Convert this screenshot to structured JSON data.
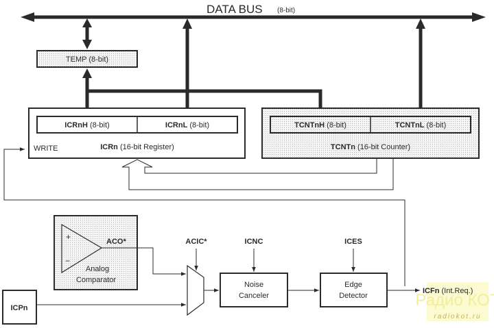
{
  "diagram": {
    "data_bus": {
      "title": "DATA BUS",
      "width": "(8-bit)"
    },
    "temp": {
      "name": "TEMP",
      "width": "(8-bit)"
    },
    "icrn": {
      "high": {
        "name": "ICRnH",
        "width": "(8-bit)"
      },
      "low": {
        "name": "ICRnL",
        "width": "(8-bit)"
      },
      "name": "ICRn",
      "desc": "(16-bit Register)",
      "write_label": "WRITE"
    },
    "tcntn": {
      "high": {
        "name": "TCNTnH",
        "width": "(8-bit)"
      },
      "low": {
        "name": "TCNTnL",
        "width": "(8-bit)"
      },
      "name": "TCNTn",
      "desc": "(16-bit Counter)"
    },
    "comparator": {
      "plus": "+",
      "minus": "−",
      "output": "ACO*",
      "line1": "Analog",
      "line2": "Comparator"
    },
    "mux_select": "ACIC*",
    "noise_canceler": {
      "control": "ICNC",
      "line1": "Noise",
      "line2": "Canceler"
    },
    "edge_detector": {
      "control": "ICES",
      "line1": "Edge",
      "line2": "Detector"
    },
    "input_pin": "ICPn",
    "output": {
      "name": "ICFn",
      "desc": "(Int.Req.)"
    },
    "watermark": {
      "line1": "Радио КОТ",
      "line2": "radiokot.ru"
    },
    "colors": {
      "line": "#2a2a2a",
      "shaded_fill": "#ececec",
      "watermark_bg": "#fbfad0"
    }
  }
}
